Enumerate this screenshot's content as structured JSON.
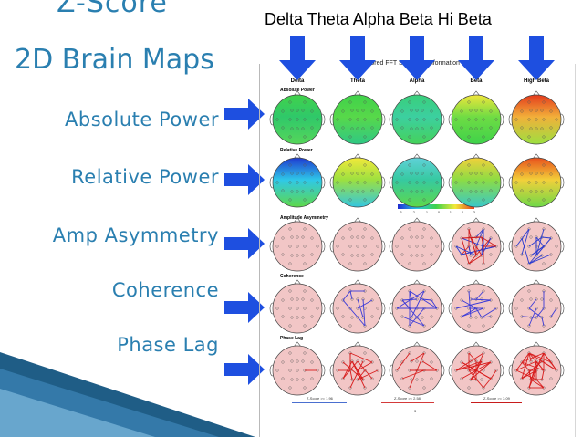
{
  "slide": {
    "title_line1": "Z-Score",
    "title_line2": "2D Brain Maps",
    "caption": "Delta Theta Alpha Beta Hi Beta",
    "accent_color": "#2a7fb0",
    "arrow_color": "#1e4fe0"
  },
  "left_labels": [
    {
      "label": "Absolute Power"
    },
    {
      "label": "Relative Power"
    },
    {
      "label": "Amp Asymmetry"
    },
    {
      "label": "Coherence"
    },
    {
      "label": "Phase Lag"
    }
  ],
  "report": {
    "title": "Z Scored FFT Summary Information",
    "bands": [
      "Delta",
      "Theta",
      "Alpha",
      "Beta",
      "High Beta"
    ],
    "rows": [
      "Absolute Power",
      "Relative Power",
      "Amplitude Asymmetry",
      "Coherence",
      "Phase Lag"
    ],
    "colorbar_ticks": [
      "-3",
      "-2",
      "-1",
      "0",
      "1",
      "2",
      "3"
    ],
    "legend": [
      {
        "text": "Z-Score >= 1.96",
        "color": "#4a6fd0"
      },
      {
        "text": "Z-Score >= 2.58",
        "color": "#d43a3a"
      },
      {
        "text": "Z-Score >= 3.09",
        "color": "#c81c1c"
      }
    ],
    "page_number": "3"
  },
  "icons": {
    "left_arrow": "arrow-right-icon",
    "top_arrow": "arrow-down-icon"
  }
}
